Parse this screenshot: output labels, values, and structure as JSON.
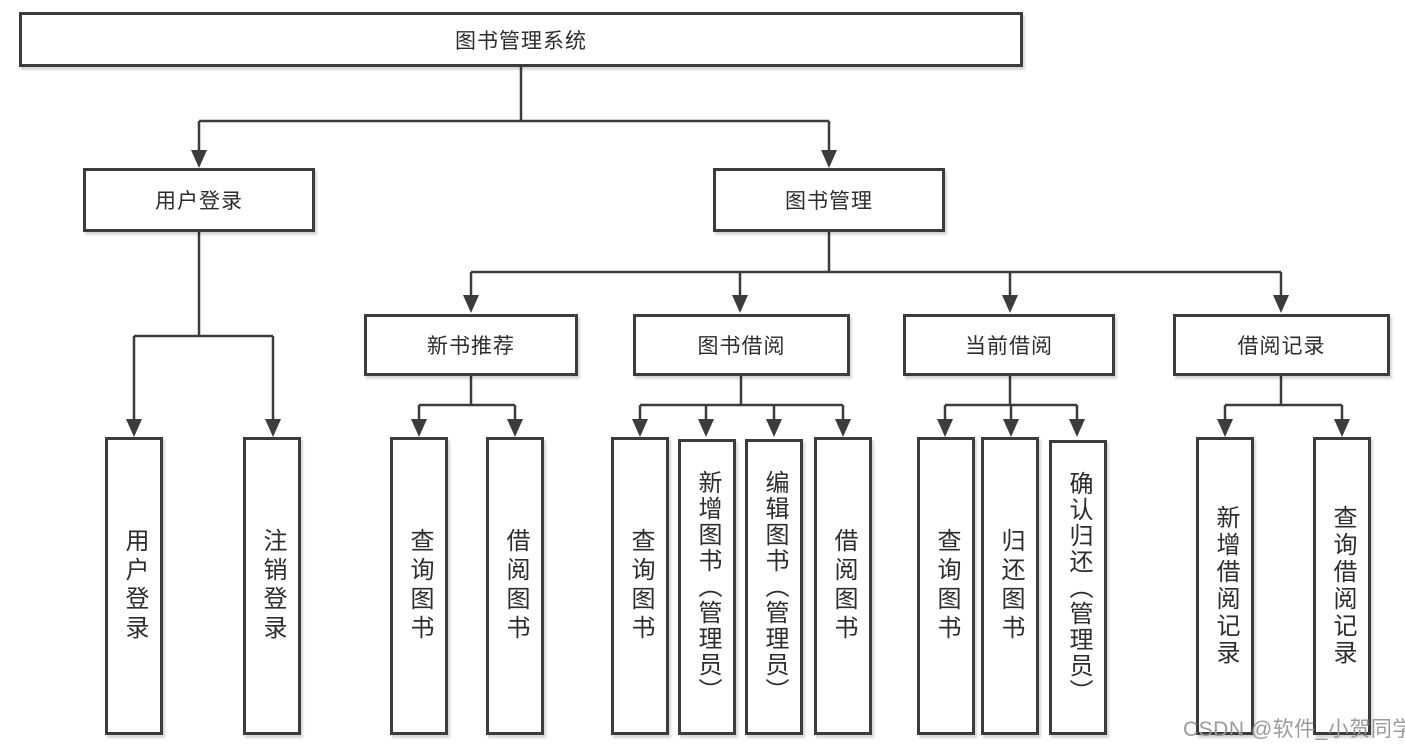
{
  "diagram": {
    "title": "图书管理系统",
    "level2": [
      {
        "label": "用户登录"
      },
      {
        "label": "图书管理"
      }
    ],
    "level3": [
      {
        "parent": "图书管理",
        "label": "新书推荐"
      },
      {
        "parent": "图书管理",
        "label": "图书借阅"
      },
      {
        "parent": "图书管理",
        "label": "当前借阅"
      },
      {
        "parent": "图书管理",
        "label": "借阅记录"
      }
    ],
    "leaves": [
      {
        "parent": "用户登录",
        "label": "用户登录"
      },
      {
        "parent": "用户登录",
        "label": "注销登录"
      },
      {
        "parent": "新书推荐",
        "label": "查询图书"
      },
      {
        "parent": "新书推荐",
        "label": "借阅图书"
      },
      {
        "parent": "图书借阅",
        "label": "查询图书"
      },
      {
        "parent": "图书借阅",
        "label": "新增图书（管理员）"
      },
      {
        "parent": "图书借阅",
        "label": "编辑图书（管理员）"
      },
      {
        "parent": "图书借阅",
        "label": "借阅图书"
      },
      {
        "parent": "当前借阅",
        "label": "查询图书"
      },
      {
        "parent": "当前借阅",
        "label": "归还图书"
      },
      {
        "parent": "当前借阅",
        "label": "确认归还（管理员）"
      },
      {
        "parent": "借阅记录",
        "label": "新增借阅记录"
      },
      {
        "parent": "借阅记录",
        "label": "查询借阅记录"
      }
    ]
  },
  "watermark": "CSDN @软件_小贺同学",
  "colors": {
    "line": "#3c3c3c",
    "text": "#2d2d2d",
    "watermark": "#9b9b9b",
    "background": "#ffffff"
  }
}
